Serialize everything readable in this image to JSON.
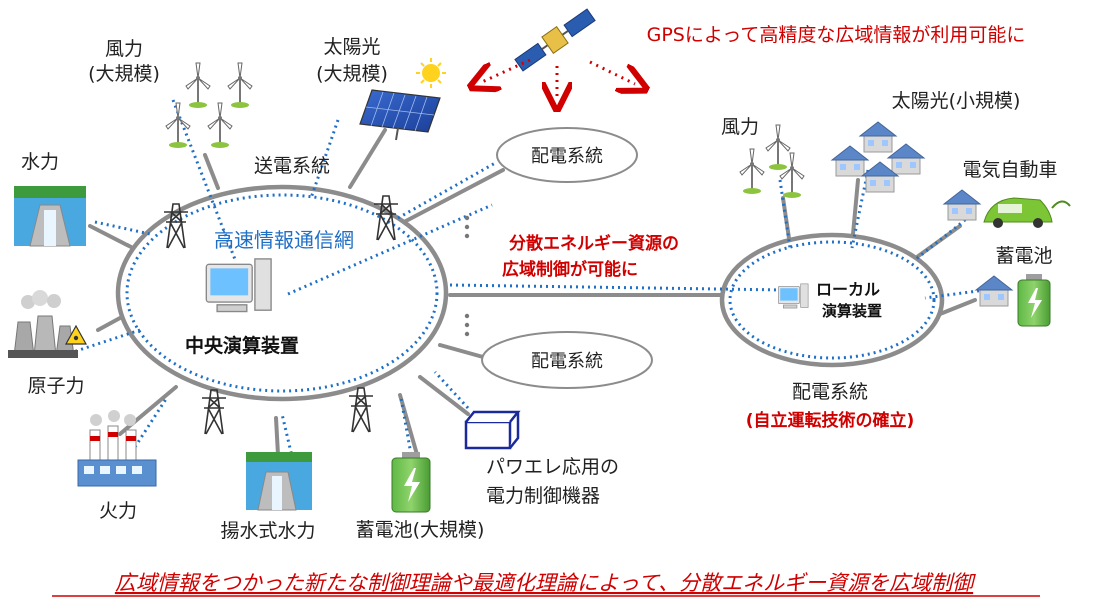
{
  "labels": {
    "wind_large": "風力",
    "wind_large_sub": "(大規模)",
    "solar_large": "太陽光",
    "solar_large_sub": "(大規模)",
    "gps_note": "GPSによって高精度な広域情報が利用可能に",
    "hydro": "水力",
    "transmission": "送電系統",
    "network": "高速情報通信網",
    "central": "中央演算装置",
    "nuclear": "原子力",
    "thermal": "火力",
    "pumped_hydro": "揚水式水力",
    "battery_large": "蓄電池(大規模)",
    "power_electronics_1": "パワエレ応用の",
    "power_electronics_2": "電力制御機器",
    "dist_top": "配電系統",
    "dist_mid": "配電系統",
    "distributed_1": "分散エネルギー資源の",
    "distributed_2": "広域制御が可能に",
    "wind_small": "風力",
    "solar_small": "太陽光(小規模)",
    "ev": "電気自動車",
    "battery_small": "蓄電池",
    "local_1": "ローカル",
    "local_2": "演算装置",
    "dist_right": "配電系統",
    "autonomous": "(自立運転技術の確立)",
    "bottom_banner": "広域情報をつかった新たな制御理論や最適化理論によって、分散エネルギー資源を広域制御"
  },
  "colors": {
    "accent_red": "#d00000",
    "network_blue": "#1f6fc5",
    "line_gray": "#8c8c8c",
    "text_dark": "#222222"
  }
}
